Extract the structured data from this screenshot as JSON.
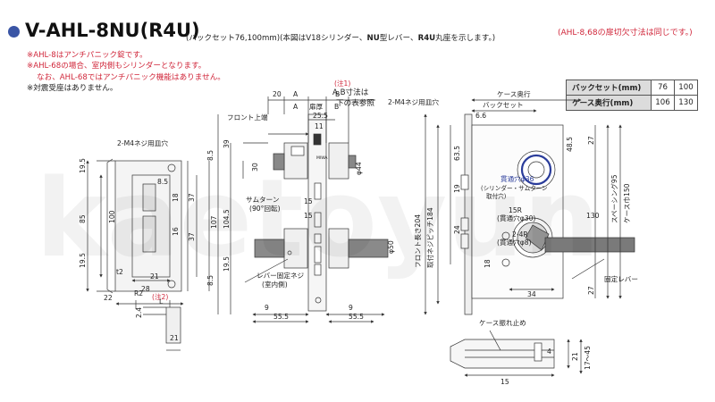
{
  "header": {
    "title": "V-AHL-8NU(R4U)",
    "subtitle_a": "(バックセット76,100mm)(本図はV18シリンダー、",
    "subtitle_b": "NU",
    "subtitle_c": "型レバー、",
    "subtitle_d": "R4U",
    "subtitle_e": "丸座を示します。)",
    "right_note": "(AHL-8,68の扉切欠寸法は同じです。)"
  },
  "notes": {
    "line1": "※AHL-8はアンチパニック錠です。",
    "line2": "※AHL-68の場合、室内側もシリンダーとなります。",
    "line3": "なお、AHL-68ではアンチパニック機能はありません。",
    "line4": "※対震受座はありません。"
  },
  "spec_table": {
    "rows": [
      {
        "label": "バックセット(mm)",
        "v1": "76",
        "v2": "100"
      },
      {
        "label": "ケース奥行(mm)",
        "v1": "106",
        "v2": "130"
      }
    ]
  },
  "labels": {
    "note1": "(注1)",
    "note1_text1": "A,B寸法は",
    "note1_text2": "下の表参照",
    "note2": "(注2)",
    "screw_m4_left": "2-M4ネジ用皿穴",
    "screw_m4_right": "2-M4ネジ用皿穴",
    "front_top": "フロント上端",
    "thumbturn": "サムターン",
    "thumbturn_sub": "(90°回転)",
    "lever_screw": "レバー固定ネジ",
    "lever_screw_sub": "(室内側)",
    "door_thickness": "扉厚",
    "case_depth": "ケース奥行",
    "backset": "バックセット",
    "through_36": "貫通穴φ36",
    "through_36_sub": "(シリンダー・サムターン",
    "through_36_sub2": "取付穴)",
    "r15": "15R",
    "through_30": "(貫通穴φ30)",
    "r24": "2-4R",
    "through_8": "(貫通穴φ8)",
    "fixed_lever": "固定レバー",
    "case_stop": "ケース振れ止め",
    "front_length": "フロント長さ204",
    "fix_pitch": "取付ネジピッチ184",
    "spacing": "スペーシング95",
    "case_width": "ケース巾150",
    "phi44": "φ44",
    "phi50": "φ50",
    "nameplate": "MIWA"
  },
  "dims": {
    "d20": "20",
    "dA": "A",
    "dB": "B",
    "d25_5": "25.5",
    "d11": "11",
    "d39": "39",
    "d30": "30",
    "d8_5a": "8.5",
    "d8_5b": "8.5",
    "d104_5": "104.5",
    "d107": "107",
    "d37a": "37",
    "d37b": "37",
    "d18": "18",
    "d16": "16",
    "d100": "100",
    "d85": "85",
    "d19_5a": "19.5",
    "d19_5b": "19.5",
    "d19_5c": "19.5",
    "d28": "28",
    "d21a": "21",
    "d22": "22",
    "dL": "L",
    "dt2": "t2",
    "dR2": "R2",
    "d2_4": "2.4",
    "d21b": "21",
    "d15a": "15",
    "d15b": "15",
    "d9a": "9",
    "d9b": "9",
    "d55_5a": "55.5",
    "d55_5b": "55.5",
    "d6_6": "6.6",
    "d63_5": "63.5",
    "d48_5": "48.5",
    "d27a": "27",
    "d27b": "27",
    "d24": "24",
    "d130": "130",
    "d34": "34",
    "d18b": "18",
    "d4": "4",
    "d15c": "15",
    "d17_45": "17～45",
    "d21c": "21",
    "d19": "19"
  },
  "watermark": "kaetoyun"
}
